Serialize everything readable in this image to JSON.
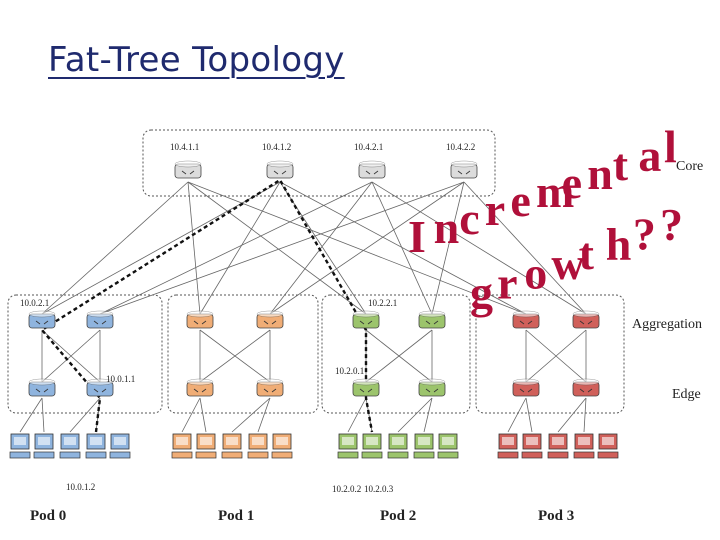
{
  "title": "Fat-Tree Topology",
  "tiers": {
    "core": "Core",
    "aggregation": "Aggregation",
    "edge": "Edge"
  },
  "core_labels": [
    "10.4.1.1",
    "10.4.1.2",
    "10.4.2.1",
    "10.4.2.2"
  ],
  "pods": [
    {
      "name": "Pod 0",
      "color": "#8fb4de",
      "agg_label": "10.0.2.1",
      "edge_label": "10.0.1.1",
      "host_label": "10.0.1.2",
      "host_label2": ""
    },
    {
      "name": "Pod 1",
      "color": "#f0ad76",
      "agg_label": "",
      "edge_label": "",
      "host_label": "",
      "host_label2": ""
    },
    {
      "name": "Pod 2",
      "color": "#9cc46c",
      "agg_label": "10.2.2.1",
      "edge_label": "10.2.0.1",
      "host_label": "10.2.0.2",
      "host_label2": "10.2.0.3"
    },
    {
      "name": "Pod 3",
      "color": "#d0605a",
      "agg_label": "",
      "edge_label": "",
      "host_label": "",
      "host_label2": ""
    }
  ],
  "core_color": "#dcdcdc",
  "annotation": {
    "line1": "Incremental",
    "line2": "growth??",
    "color": "#b0103a"
  }
}
